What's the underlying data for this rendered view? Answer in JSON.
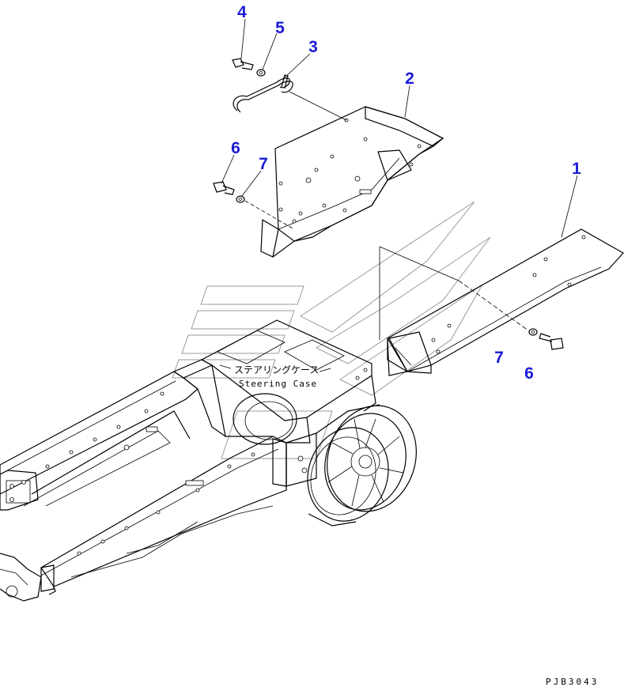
{
  "callouts": {
    "c1": "1",
    "c2": "2",
    "c3": "3",
    "c4": "4",
    "c5": "5",
    "c6_top": "6",
    "c7_top": "7",
    "c6_right": "6",
    "c7_right": "7"
  },
  "labels": {
    "steering_case_jp": "ステアリングケース",
    "steering_case_en": "Steering Case"
  },
  "drawing_code": "PJB3043",
  "colors": {
    "callout": "#1a1ad6",
    "line": "#000000",
    "watermark": "#9a9a9a"
  }
}
